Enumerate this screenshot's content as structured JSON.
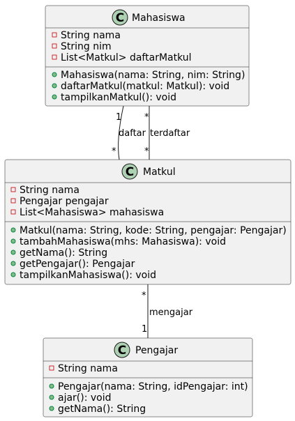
{
  "classes": {
    "mahasiswa": {
      "badge": "C",
      "name": "Mahasiswa",
      "attributes": [
        {
          "visibility": "private",
          "text": "String nama"
        },
        {
          "visibility": "private",
          "text": "String nim"
        },
        {
          "visibility": "private",
          "text": "List<Matkul> daftarMatkul"
        }
      ],
      "methods": [
        {
          "visibility": "public",
          "text": "Mahasiswa(nama: String, nim: String)"
        },
        {
          "visibility": "public",
          "text": "daftarMatkul(matkul: Matkul): void"
        },
        {
          "visibility": "public",
          "text": "tampilkanMatkul(): void"
        }
      ]
    },
    "matkul": {
      "badge": "C",
      "name": "Matkul",
      "attributes": [
        {
          "visibility": "private",
          "text": "String nama"
        },
        {
          "visibility": "private",
          "text": "Pengajar pengajar"
        },
        {
          "visibility": "private",
          "text": "List<Mahasiswa> mahasiswa"
        }
      ],
      "methods": [
        {
          "visibility": "public",
          "text": "Matkul(nama: String, kode: String, pengajar: Pengajar)"
        },
        {
          "visibility": "public",
          "text": "tambahMahasiswa(mhs: Mahasiswa): void"
        },
        {
          "visibility": "public",
          "text": "getNama(): String"
        },
        {
          "visibility": "public",
          "text": "getPengajar(): Pengajar"
        },
        {
          "visibility": "public",
          "text": "tampilkanMahasiswa(): void"
        }
      ]
    },
    "pengajar": {
      "badge": "C",
      "name": "Pengajar",
      "attributes": [
        {
          "visibility": "private",
          "text": "String nama"
        }
      ],
      "methods": [
        {
          "visibility": "public",
          "text": "Pengajar(nama: String, idPengajar: int)"
        },
        {
          "visibility": "public",
          "text": "ajar(): void"
        },
        {
          "visibility": "public",
          "text": "getNama(): String"
        }
      ]
    }
  },
  "associations": {
    "daftar": {
      "label": "daftar",
      "source_mult": "1",
      "target_mult": "*"
    },
    "terdaftar": {
      "label": "terdaftar",
      "source_mult": "*",
      "target_mult": "*"
    },
    "mengajar": {
      "label": "mengajar",
      "source_mult": "*",
      "target_mult": "1"
    }
  },
  "colors": {
    "box_fill": "#f1f1f1",
    "border": "#181818",
    "badge_fill": "#add1b2",
    "private_marker": "#c82930",
    "public_marker_fill": "#84be84",
    "public_marker_stroke": "#038048"
  }
}
